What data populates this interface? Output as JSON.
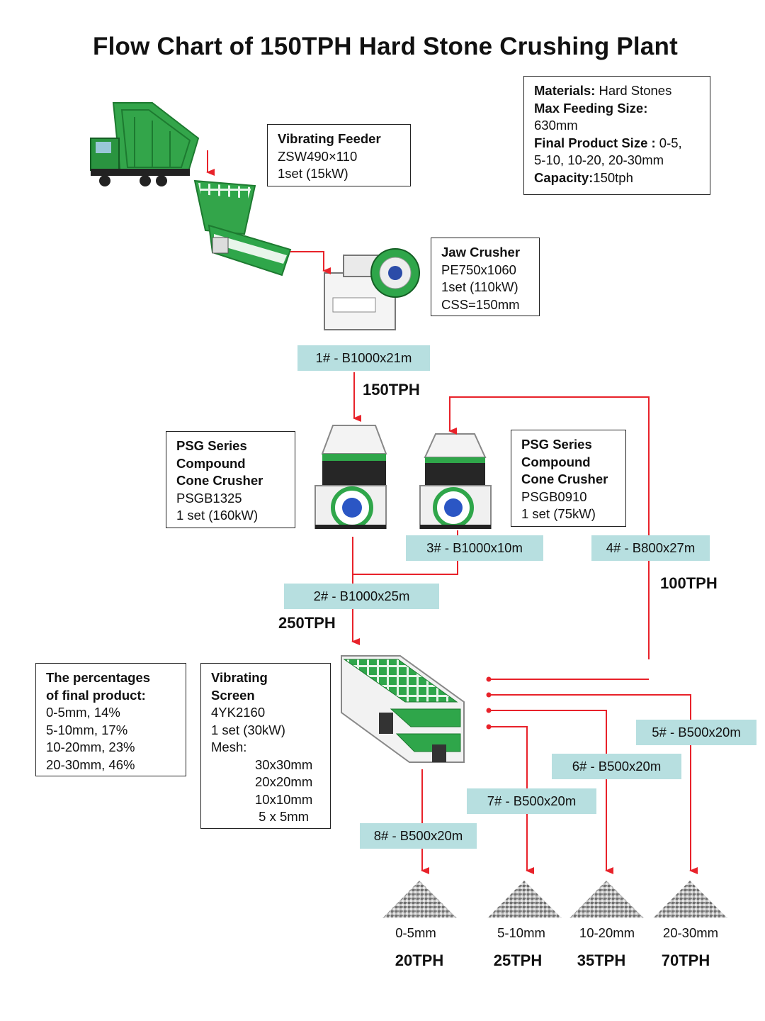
{
  "title": "Flow Chart of 150TPH Hard Stone Crushing Plant",
  "colors": {
    "flow": "#e8222a",
    "belt_label_bg": "#b7dfe0",
    "machine_green": "#2e9e48"
  },
  "specs": {
    "materials_label": "Materials:",
    "materials_value": " Hard Stones",
    "feed_label": "Max Feeding Size:",
    "feed_value": "630mm",
    "final_label": "Final Product Size :",
    "final_value_1": " 0-5,",
    "final_value_2": "5-10, 10-20, 20-30mm",
    "capacity_label": "Capacity:",
    "capacity_value": "150tph"
  },
  "feeder": {
    "title": "Vibrating Feeder",
    "model": "ZSW490×110",
    "qty": "1set  (15kW)"
  },
  "jaw": {
    "title": "Jaw Crusher",
    "model": "PE750x1060",
    "qty": "1set  (110kW)",
    "css": "CSS=150mm"
  },
  "cone1": {
    "line1": "PSG Series",
    "line2": "Compound",
    "line3": "Cone Crusher",
    "model": "PSGB1325",
    "qty": "1 set  (160kW)"
  },
  "cone2": {
    "line1": "PSG Series",
    "line2": "Compound",
    "line3": "Cone Crusher",
    "model": "PSGB0910",
    "qty": "1 set  (75kW)"
  },
  "percentages": {
    "title1": "The percentages",
    "title2": "of final product:",
    "items": [
      "0-5mm, 14%",
      "5-10mm, 17%",
      "10-20mm, 23%",
      "20-30mm, 46%"
    ]
  },
  "screen": {
    "line1": "Vibrating",
    "line2": "Screen",
    "model": "4YK2160",
    "qty": "1 set  (30kW)",
    "mesh_label": "Mesh:",
    "meshes": [
      "30x30mm",
      "20x20mm",
      "10x10mm",
      " 5 x 5mm"
    ]
  },
  "belts": {
    "b1": "1# - B1000x21m",
    "b2": "2# - B1000x25m",
    "b3": "3# - B1000x10m",
    "b4": "4# - B800x27m",
    "b5": "5# - B500x20m",
    "b6": "6# - B500x20m",
    "b7": "7# - B500x20m",
    "b8": "8# - B500x20m"
  },
  "flows": {
    "f150": "150TPH",
    "f250": "250TPH",
    "f100": "100TPH"
  },
  "products": [
    {
      "size": "0-5mm",
      "tph": "20TPH"
    },
    {
      "size": "5-10mm",
      "tph": "25TPH"
    },
    {
      "size": "10-20mm",
      "tph": "35TPH"
    },
    {
      "size": "20-30mm",
      "tph": "70TPH"
    }
  ]
}
